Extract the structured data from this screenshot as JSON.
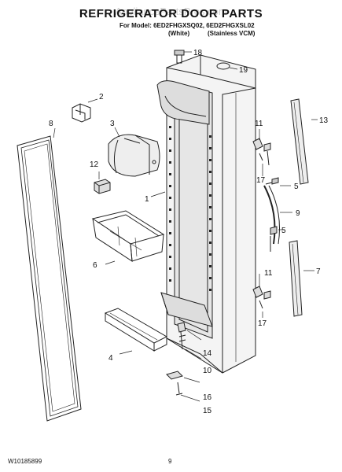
{
  "header": {
    "watermark": "AppliancePartsPros.com",
    "title": "REFRIGERATOR DOOR PARTS",
    "model_prefix": "For Model: 6ED2FHGXSQ02, 6ED2FHGXSL02",
    "variant_white": "(White)",
    "variant_stainless": "(Stainless VCM)"
  },
  "callouts": [
    "18",
    "19",
    "2",
    "3",
    "8",
    "13",
    "11",
    "12",
    "17",
    "5",
    "1",
    "9",
    "6",
    "5",
    "7",
    "11",
    "17",
    "4",
    "14",
    "10",
    "16",
    "15"
  ],
  "footer": {
    "doc_number": "W10185899",
    "page_number": "9"
  }
}
